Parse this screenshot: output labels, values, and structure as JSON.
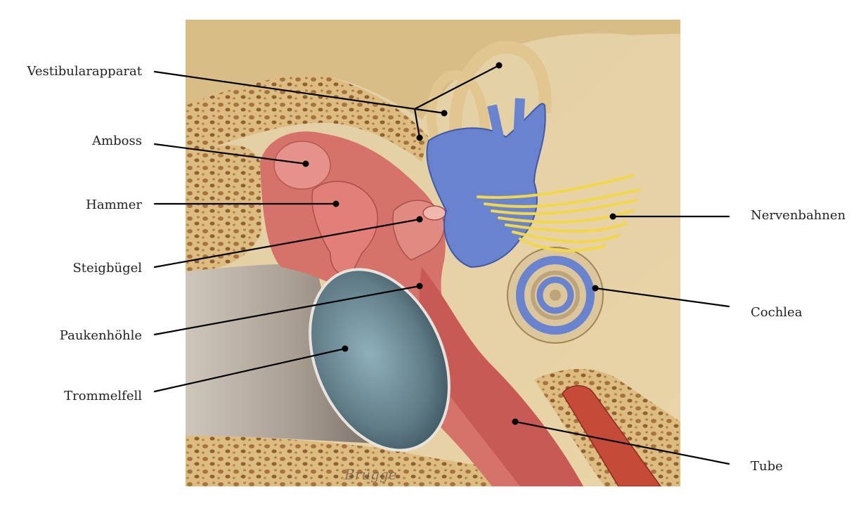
{
  "labels": {
    "vestibular": "Vestibularapparat",
    "amboss": "Amboss",
    "hammer": "Hammer",
    "steigbuegel": "Steigbügel",
    "paukenhoehle": "Paukenhöhle",
    "trommelfell": "Trommelfell",
    "nervenbahnen": "Nervenbahnen",
    "cochlea": "Cochlea",
    "tube": "Tube"
  },
  "signature": "Brügge",
  "colors": {
    "bone": "#e7cf9c",
    "spongy_bone": "#c99f63",
    "canal": "#a59c93",
    "eardrum": "#5f7b86",
    "tissue_red": "#d56b64",
    "vestibular_blue": "#6a83cf",
    "nerve_yellow": "#f1d74a",
    "muscle": "#c44b37"
  }
}
